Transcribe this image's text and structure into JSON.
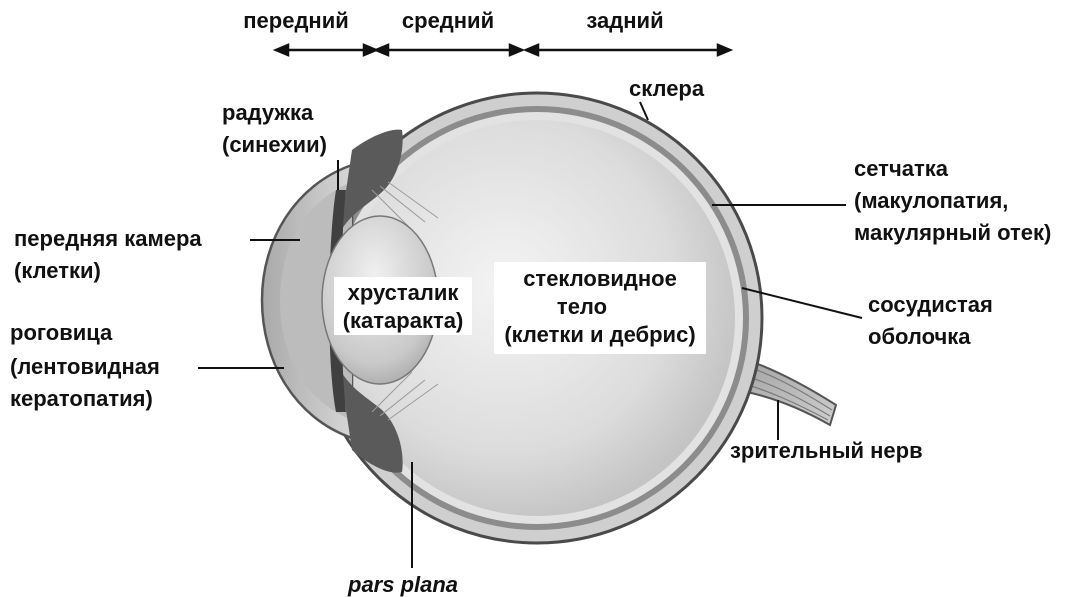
{
  "segments": {
    "anterior": "передний",
    "middle": "средний",
    "posterior": "задний"
  },
  "labels": {
    "sclera": "склера",
    "iris_line1": "радужка",
    "iris_line2": "(синехии)",
    "retina_line1": "сетчатка",
    "retina_line2": "(макулопатия,",
    "retina_line3": "макулярный отек)",
    "anterior_chamber_line1": "передняя камера",
    "anterior_chamber_line2": "(клетки)",
    "lens_line1": "хрусталик",
    "lens_line2": "(катаракта)",
    "vitreous_line1": "стекловидное",
    "vitreous_line2": "тело",
    "vitreous_line3": "(клетки и дебрис)",
    "choroid_line1": "сосудистая",
    "choroid_line2": "оболочка",
    "cornea_line1": "роговица",
    "cornea_line2": "(лентовидная",
    "cornea_line3": "кератопатия)",
    "optic_nerve": "зрительный нерв",
    "pars_plana": "pars plana"
  }
}
